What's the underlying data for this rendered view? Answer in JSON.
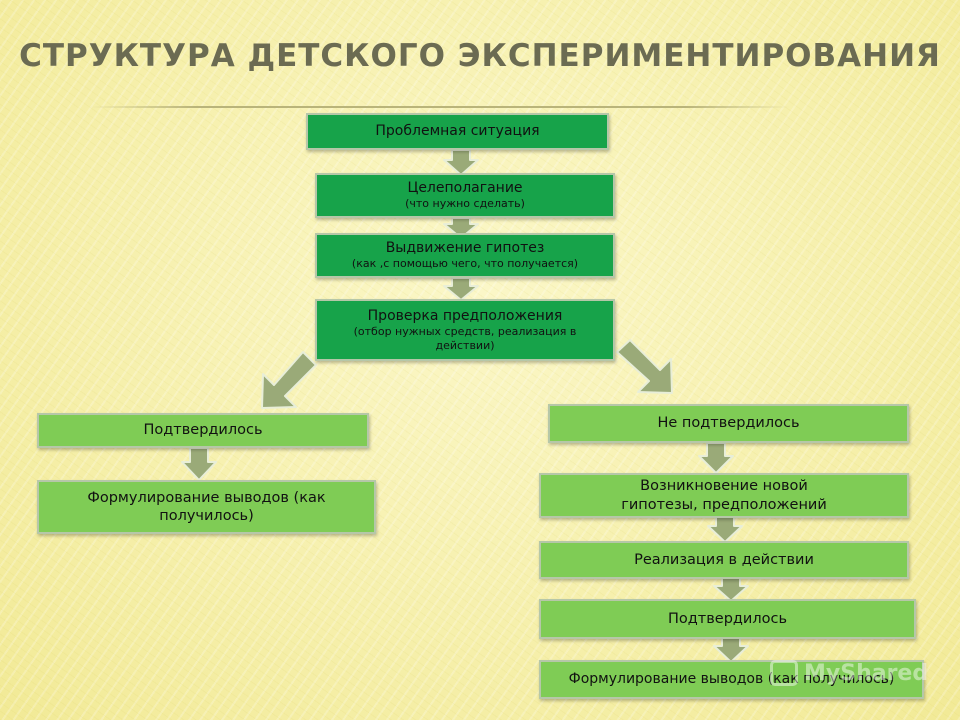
{
  "title": "СТРУКТУРА   ДЕТСКОГО   ЭКСПЕРИМЕНТИРОВАНИЯ",
  "boxes": {
    "problem": "Проблемная ситуация",
    "goal": "Целеполагание",
    "goal_sub": "(что нужно сделать)",
    "hypothesis": "Выдвижение гипотез",
    "hypothesis_sub": "(как ,с помощью чего, что получается)",
    "check": "Проверка предположения",
    "check_sub": "(отбор нужных средств, реализация в действии)",
    "confirmed": "Подтвердилось",
    "conclusions_left": "Формулирование выводов (как получилось)",
    "not_confirmed": "Не подтвердилось",
    "new_hypothesis": "Возникновение новой гипотезы, предположений",
    "implementation": "Реализация в действии",
    "confirmed_right": "Подтвердилось",
    "conclusions_right": "Формулирование выводов (как получилось)"
  },
  "watermark": "MyShared",
  "colors": {
    "dark_box": "#17a34a",
    "light_box": "#7fcc55",
    "arrow_fill": "#9aaa78",
    "arrow_stroke": "#e8eed8"
  }
}
